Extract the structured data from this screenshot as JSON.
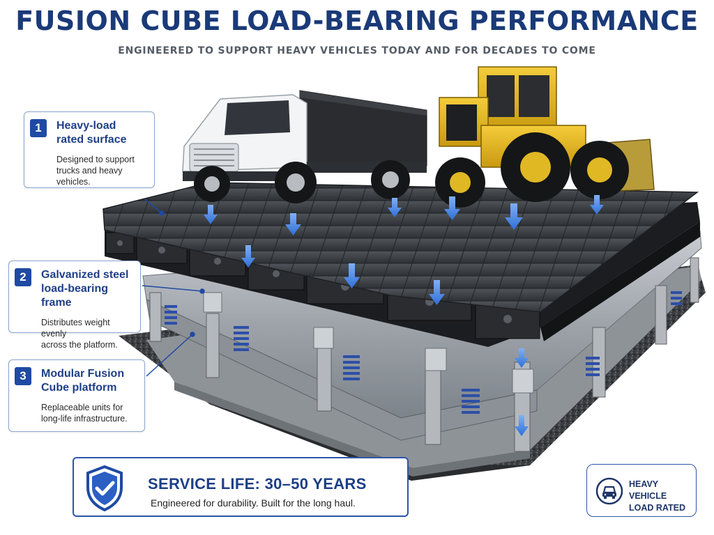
{
  "header": {
    "title": "FUSION CUBE LOAD-BEARING PERFORMANCE",
    "subtitle": "ENGINEERED TO SUPPORT HEAVY VEHICLES TODAY AND FOR DECADES TO COME"
  },
  "callouts": [
    {
      "number": "1",
      "title_line1": "Heavy-load",
      "title_line2": "rated surface",
      "desc_line1": "Designed to support",
      "desc_line2": "trucks and heavy vehicles."
    },
    {
      "number": "2",
      "title_line1": "Galvanized steel",
      "title_line2": "load-bearing frame",
      "desc_line1": "Distributes weight evenly",
      "desc_line2": "across the platform."
    },
    {
      "number": "3",
      "title_line1": "Modular Fusion",
      "title_line2": "Cube platform",
      "desc_line1": "Replaceable units for",
      "desc_line2": "long-life infrastructure."
    }
  ],
  "service": {
    "title": "SERVICE LIFE: 30–50 YEARS",
    "description": "Engineered for durability. Built for the long haul."
  },
  "badge": {
    "line1": "HEAVY VEHICLE",
    "line2": "LOAD RATED"
  },
  "colors": {
    "title": "#1a3a78",
    "accent": "#1f4aa3",
    "arrow": "#3f7fe0",
    "truck_cab": "#f2f4f6",
    "loader": "#e8b820",
    "surface": "#3c3f44",
    "steel": "#a8adb3",
    "spring": "#2c4fa8"
  },
  "icons": [
    "shield-check-icon",
    "truck-icon"
  ]
}
